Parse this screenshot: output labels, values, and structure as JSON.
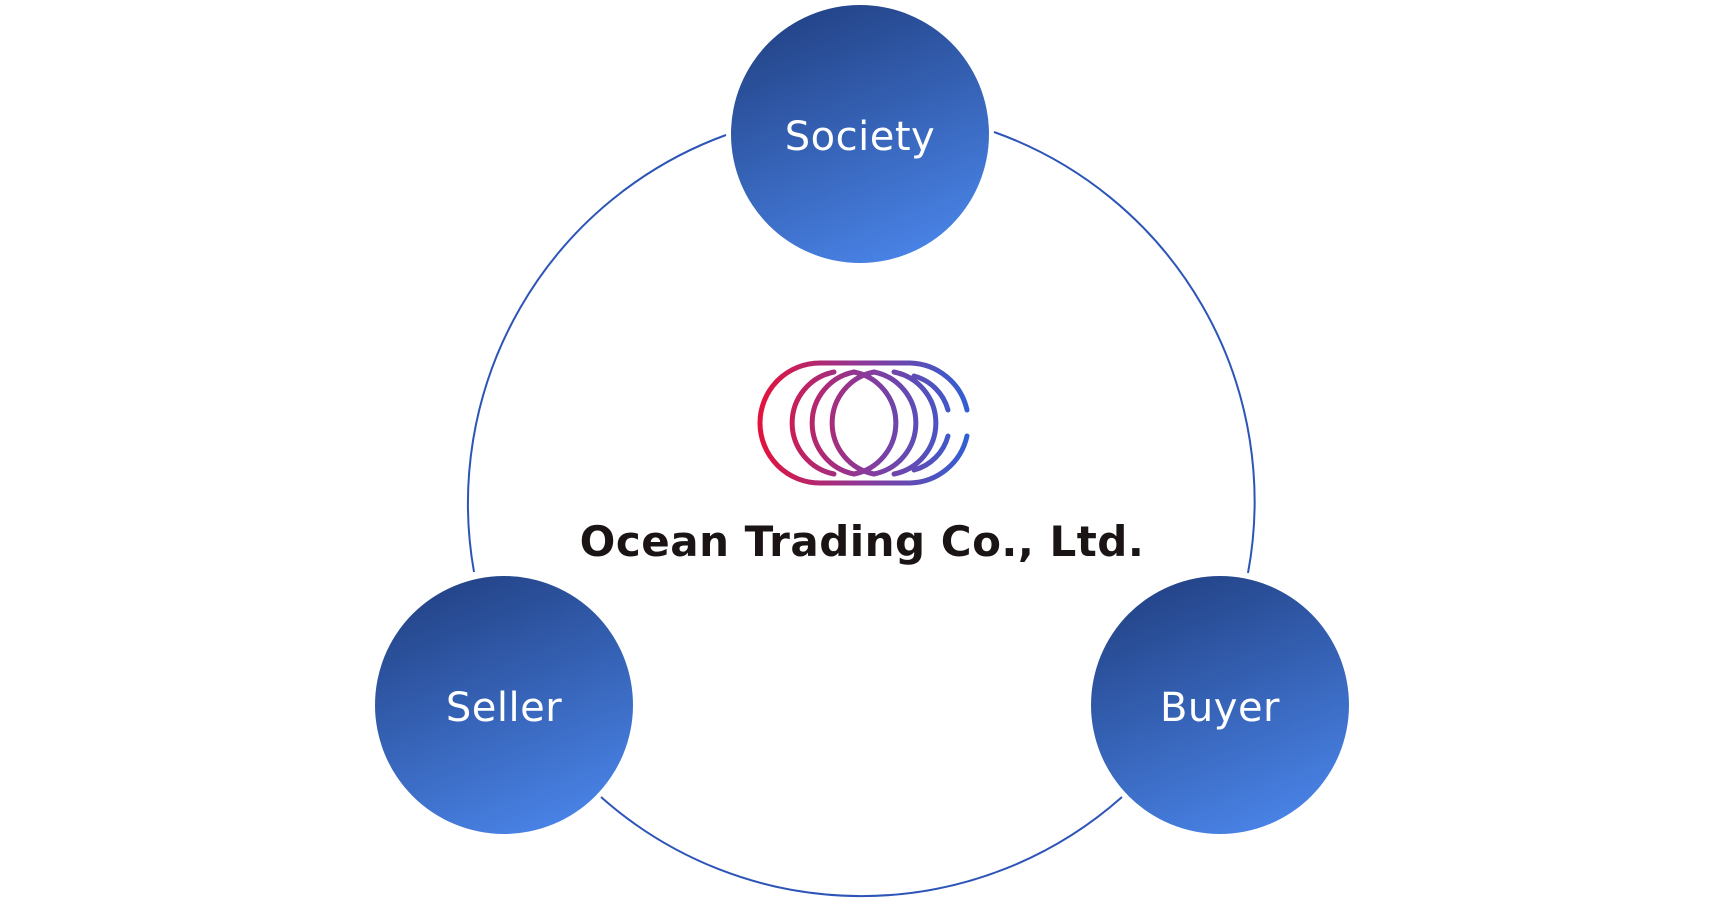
{
  "company": {
    "name": "Ocean Trading Co., Ltd."
  },
  "nodes": {
    "society": {
      "label": "Society"
    },
    "seller": {
      "label": "Seller"
    },
    "buyer": {
      "label": "Buyer"
    }
  },
  "colors": {
    "node_gradient_dark": "#234387",
    "node_gradient_light": "#4a84e8",
    "connector": "#2d55b8",
    "company_text": "#1a1414",
    "node_text": "#ffffff",
    "logo_gradient_red": "#e3123c",
    "logo_gradient_purple": "#8a3a9a",
    "logo_gradient_blue": "#2f60d4"
  }
}
